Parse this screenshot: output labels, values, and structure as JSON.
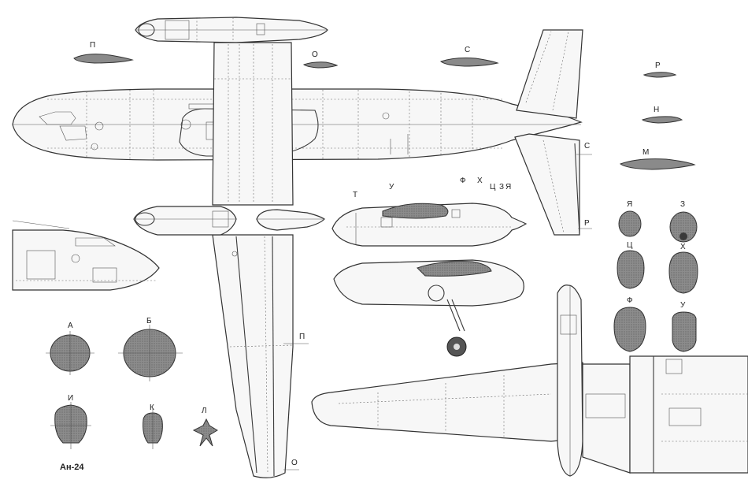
{
  "aircraft_name": "Ан-24",
  "section_labels": {
    "P": "П",
    "O": "О",
    "S": "С",
    "R": "Р",
    "N": "Н",
    "M": "М",
    "T": "Т",
    "U": "У",
    "F": "Ф",
    "H": "Х",
    "TS": "Ц",
    "Z": "З",
    "YA": "Я",
    "A": "А",
    "B": "Б",
    "I": "И",
    "K": "К",
    "L": "Л"
  },
  "colors": {
    "line": "#333333",
    "section_fill": "#8a8a8a",
    "paper": "#ffffff"
  }
}
